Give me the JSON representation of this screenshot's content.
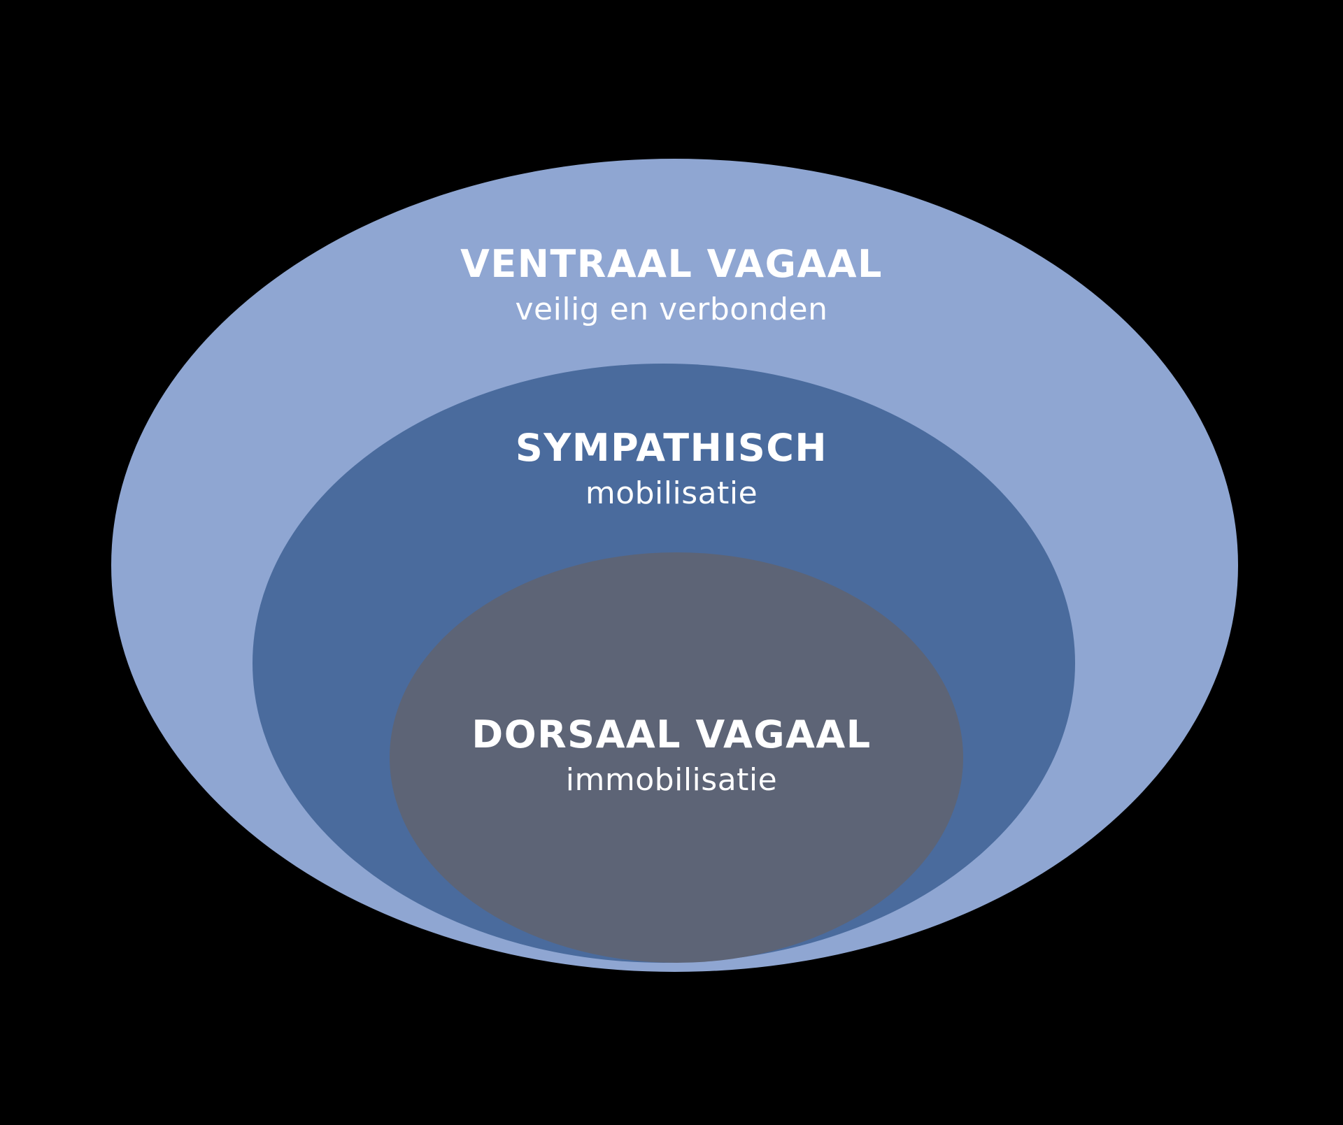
{
  "diagram": {
    "background_color": "#000000",
    "text_color": "#ffffff",
    "rings": [
      {
        "label": "VENTRAAL VAGAAL",
        "sublabel": "veilig en verbonden",
        "color": "#8FA6D2"
      },
      {
        "label": "SYMPATHISCH",
        "sublabel": "mobilisatie",
        "color": "#4A6B9D"
      },
      {
        "label": "DORSAAL VAGAAL",
        "sublabel": "immobilisatie",
        "color": "#5D6476"
      }
    ]
  }
}
